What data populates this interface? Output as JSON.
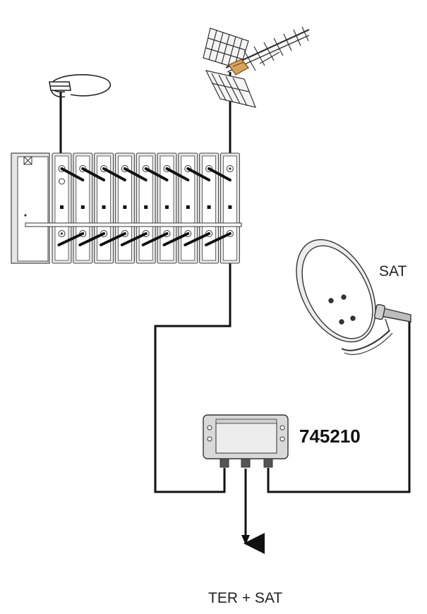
{
  "labels": {
    "sat": "SAT",
    "model": "745210",
    "output": "TER + SAT"
  },
  "icons": [
    "fm-loop-antenna-icon",
    "uhf-yagi-antenna-icon",
    "headend-amplifier-icon",
    "satellite-dish-icon",
    "multiswitch-icon",
    "arrow-down-icon"
  ],
  "colors": {
    "line": "#111111",
    "device_body": "#d9d9d9",
    "lnb": "#bdbdbd",
    "amplifier_accent": "#d9a35a"
  },
  "headend": {
    "module_count": 9
  }
}
